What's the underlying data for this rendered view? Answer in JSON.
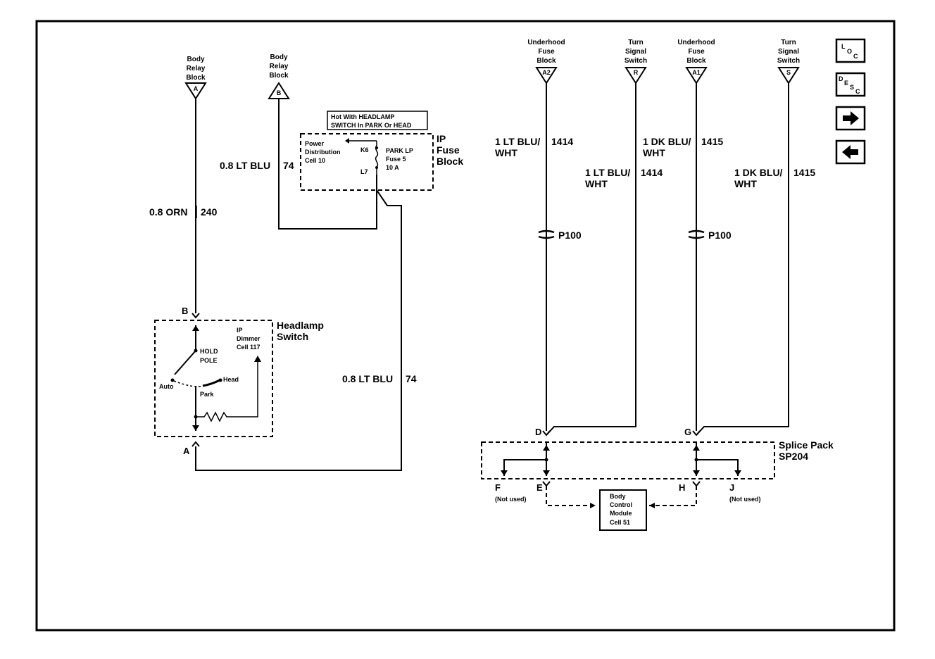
{
  "left": {
    "body_relay_block_a": {
      "line1": "Body",
      "line2": "Relay",
      "line3": "Block",
      "pin": "A"
    },
    "body_relay_block_b": {
      "line1": "Body",
      "line2": "Relay",
      "line3": "Block",
      "pin": "B"
    },
    "hot_with": {
      "line1": "Hot With HEADLAMP",
      "line2": "SWITCH In PARK Or HEAD"
    },
    "ip_fuse_block": {
      "line1": "IP",
      "line2": "Fuse",
      "line3": "Block"
    },
    "power_distribution": {
      "line1": "Power",
      "line2": "Distribution",
      "line3": "Cell 10"
    },
    "fuse": {
      "line1": "PARK LP",
      "line2": "Fuse 5",
      "line3": "10 A",
      "pin_top": "K6",
      "pin_bottom": "L7"
    },
    "wire_orn": {
      "label": "0.8 ORN",
      "circuit": "240"
    },
    "wire_ltblu_top": {
      "label": "0.8 LT BLU",
      "circuit": "74"
    },
    "wire_ltblu_right": {
      "label": "0.8 LT BLU",
      "circuit": "74"
    },
    "headlamp_switch": {
      "line1": "Headlamp",
      "line2": "Switch",
      "pin_top": "B",
      "pin_bottom": "A"
    },
    "switch_inner": {
      "hold1": "HOLD",
      "hold2": "POLE",
      "auto": "Auto",
      "head": "Head",
      "park": "Park"
    },
    "ip_dimmer": {
      "line1": "IP",
      "line2": "Dimmer",
      "line3": "Cell 117"
    }
  },
  "right": {
    "source1": {
      "line1": "Underhood",
      "line2": "Fuse",
      "line3": "Block",
      "pin": "A2"
    },
    "source2": {
      "line1": "Turn",
      "line2": "Signal",
      "line3": "Switch",
      "pin": "R"
    },
    "source3": {
      "line1": "Underhood",
      "line2": "Fuse",
      "line3": "Block",
      "pin": "A1"
    },
    "source4": {
      "line1": "Turn",
      "line2": "Signal",
      "line3": "Switch",
      "pin": "S"
    },
    "wire1": {
      "line1": "1 LT BLU/",
      "line2": "WHT",
      "circuit": "1414"
    },
    "wire2": {
      "line1": "1 LT BLU/",
      "line2": "WHT",
      "circuit": "1414"
    },
    "wire3": {
      "line1": "1 DK BLU/",
      "line2": "WHT",
      "circuit": "1415"
    },
    "wire4": {
      "line1": "1 DK BLU/",
      "line2": "WHT",
      "circuit": "1415"
    },
    "connector1": "P100",
    "connector2": "P100",
    "splice_pack": {
      "line1": "Splice Pack",
      "line2": "SP204"
    },
    "pins": {
      "d": "D",
      "g": "G",
      "e": "E",
      "f": "F",
      "h": "H",
      "j": "J"
    },
    "not_used_f": "(Not used)",
    "not_used_j": "(Not used)",
    "bcm": {
      "line1": "Body",
      "line2": "Control",
      "line3": "Module",
      "line4": "Cell 51"
    }
  },
  "nav": {
    "loc": {
      "l": "L",
      "o": "O",
      "c": "C"
    },
    "desc": {
      "d": "D",
      "e": "E",
      "s": "S",
      "c": "C"
    },
    "next_icon": "arrow-right-icon",
    "prev_icon": "arrow-left-icon"
  }
}
